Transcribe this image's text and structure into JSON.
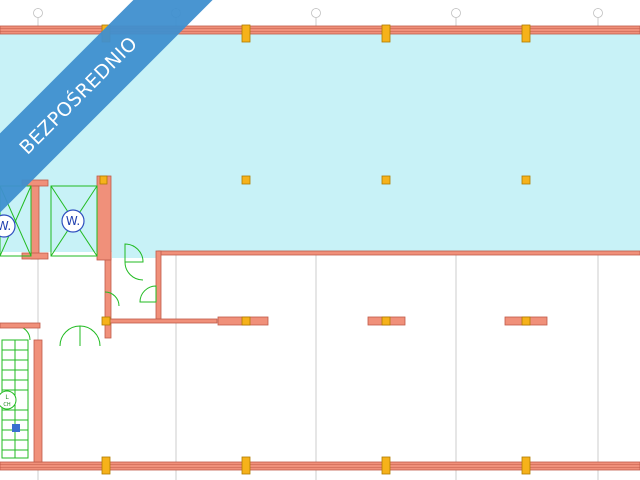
{
  "banner": {
    "text": "BEZPOŚREDNIO",
    "color": "#3f8fcf"
  },
  "colors": {
    "highlight_area": "#c8f2f7",
    "wall": "#f0907a",
    "wall_stroke": "#c05a48",
    "column": "#f6b21a",
    "column_stroke": "#b07a00",
    "fixture": "#22bb22",
    "grid_line": "#b0b0b0"
  },
  "room_labels": [
    {
      "text": "W."
    },
    {
      "text": "W."
    }
  ],
  "stair_markers": [
    {
      "text": "L"
    },
    {
      "text": "CH"
    }
  ]
}
